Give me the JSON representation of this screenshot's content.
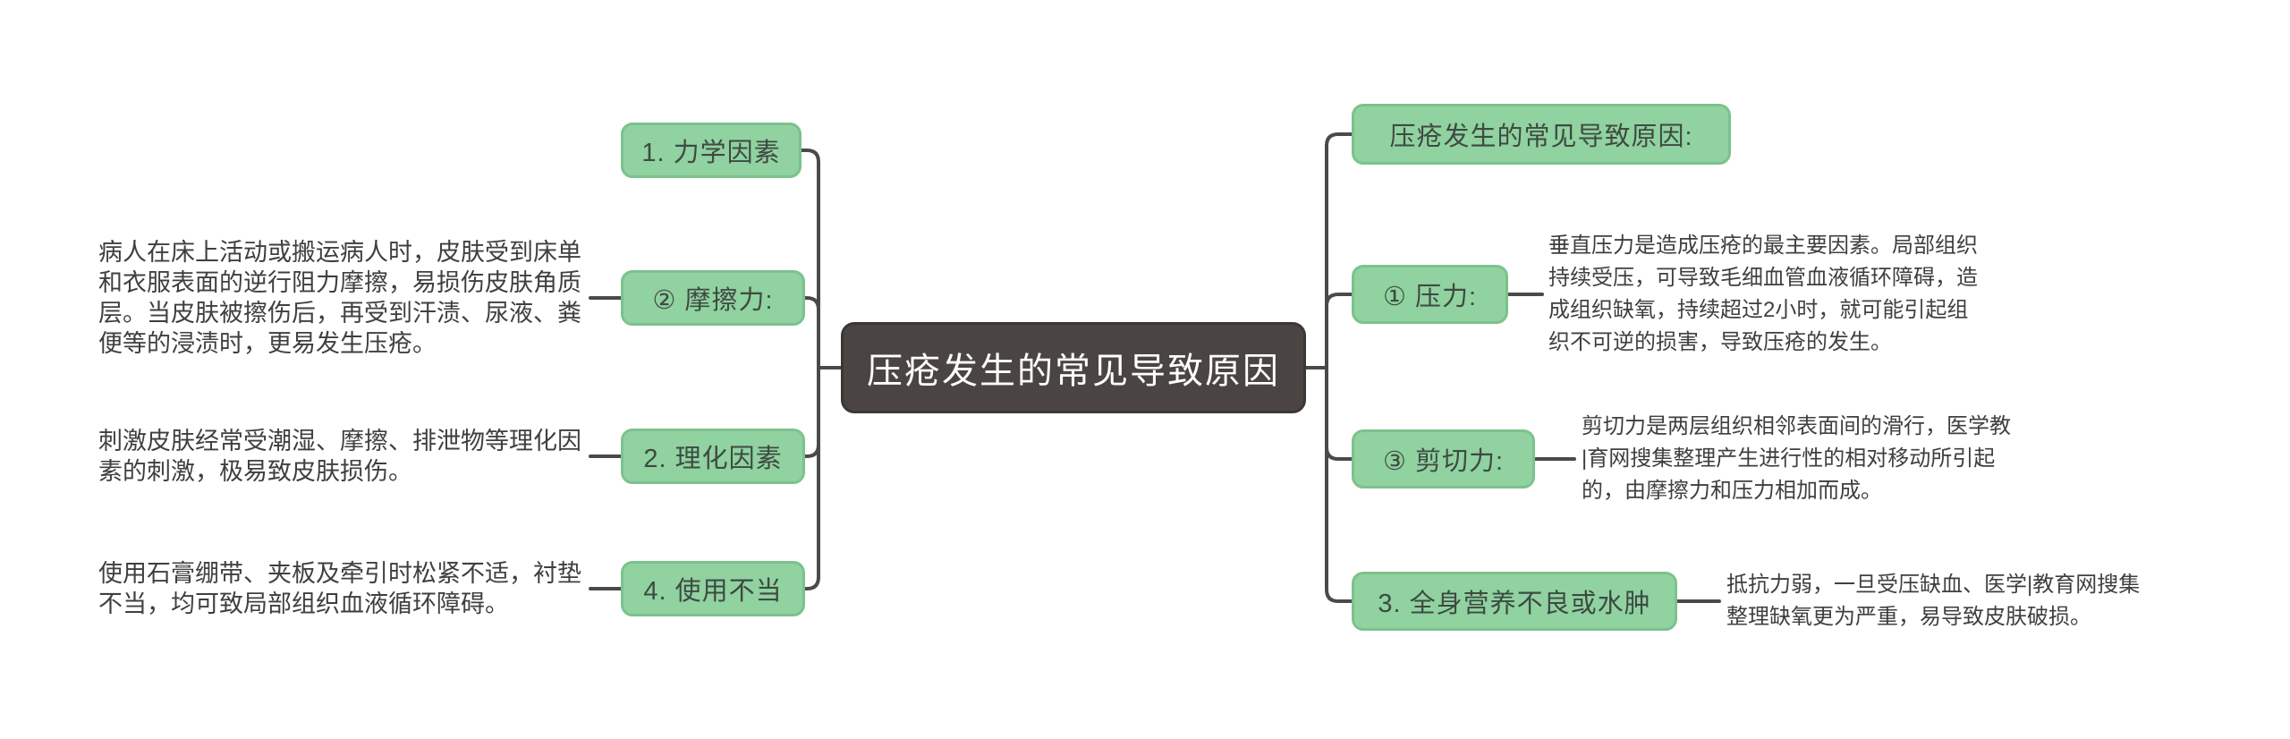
{
  "diagram": {
    "type": "mindmap",
    "background": "#ffffff",
    "colors": {
      "branch_node_bg": "#90d2a0",
      "branch_node_border": "#7cc28d",
      "branch_node_text": "#3e4a42",
      "center_node_bg": "#4a4543",
      "center_node_border": "#3b3734",
      "center_node_text": "#ffffff",
      "connector_line": "#4a4a48",
      "annotation_text": "#3f3f3f"
    },
    "center": {
      "label": "压疮发生的常见导致原因"
    },
    "left_branches": [
      {
        "label": "1. 力学因素",
        "annotation": null
      },
      {
        "label": "② 摩擦力:",
        "annotation": [
          "病人在床上活动或搬运病人时，皮肤受到床单",
          "和衣服表面的逆行阻力摩擦，易损伤皮肤角质",
          "层。当皮肤被擦伤后，再受到汗渍、尿液、粪",
          "便等的浸渍时，更易发生压疮。"
        ]
      },
      {
        "label": "2. 理化因素",
        "annotation": [
          "刺激皮肤经常受潮湿、摩擦、排泄物等理化因",
          "素的刺激，极易致皮肤损伤。"
        ]
      },
      {
        "label": "4. 使用不当",
        "annotation": [
          "使用石膏绷带、夹板及牵引时松紧不适，衬垫",
          "不当，均可致局部组织血液循环障碍。"
        ]
      }
    ],
    "right_branches": [
      {
        "label": "压疮发生的常见导致原因:",
        "annotation": null
      },
      {
        "label": "① 压力:",
        "annotation": [
          "垂直压力是造成压疮的最主要因素。局部组织",
          "持续受压，可导致毛细血管血液循环障碍，造",
          "成组织缺氧，持续超过2小时，就可能引起组",
          "织不可逆的损害，导致压疮的发生。"
        ]
      },
      {
        "label": "③ 剪切力:",
        "annotation": [
          "剪切力是两层组织相邻表面间的滑行，医学教",
          "|育网搜集整理产生进行性的相对移动所引起",
          "的，由摩擦力和压力相加而成。"
        ]
      },
      {
        "label": "3. 全身营养不良或水肿",
        "annotation": [
          "抵抗力弱，一旦受压缺血、医学|教育网搜集",
          "整理缺氧更为严重，易导致皮肤破损。"
        ]
      }
    ]
  }
}
